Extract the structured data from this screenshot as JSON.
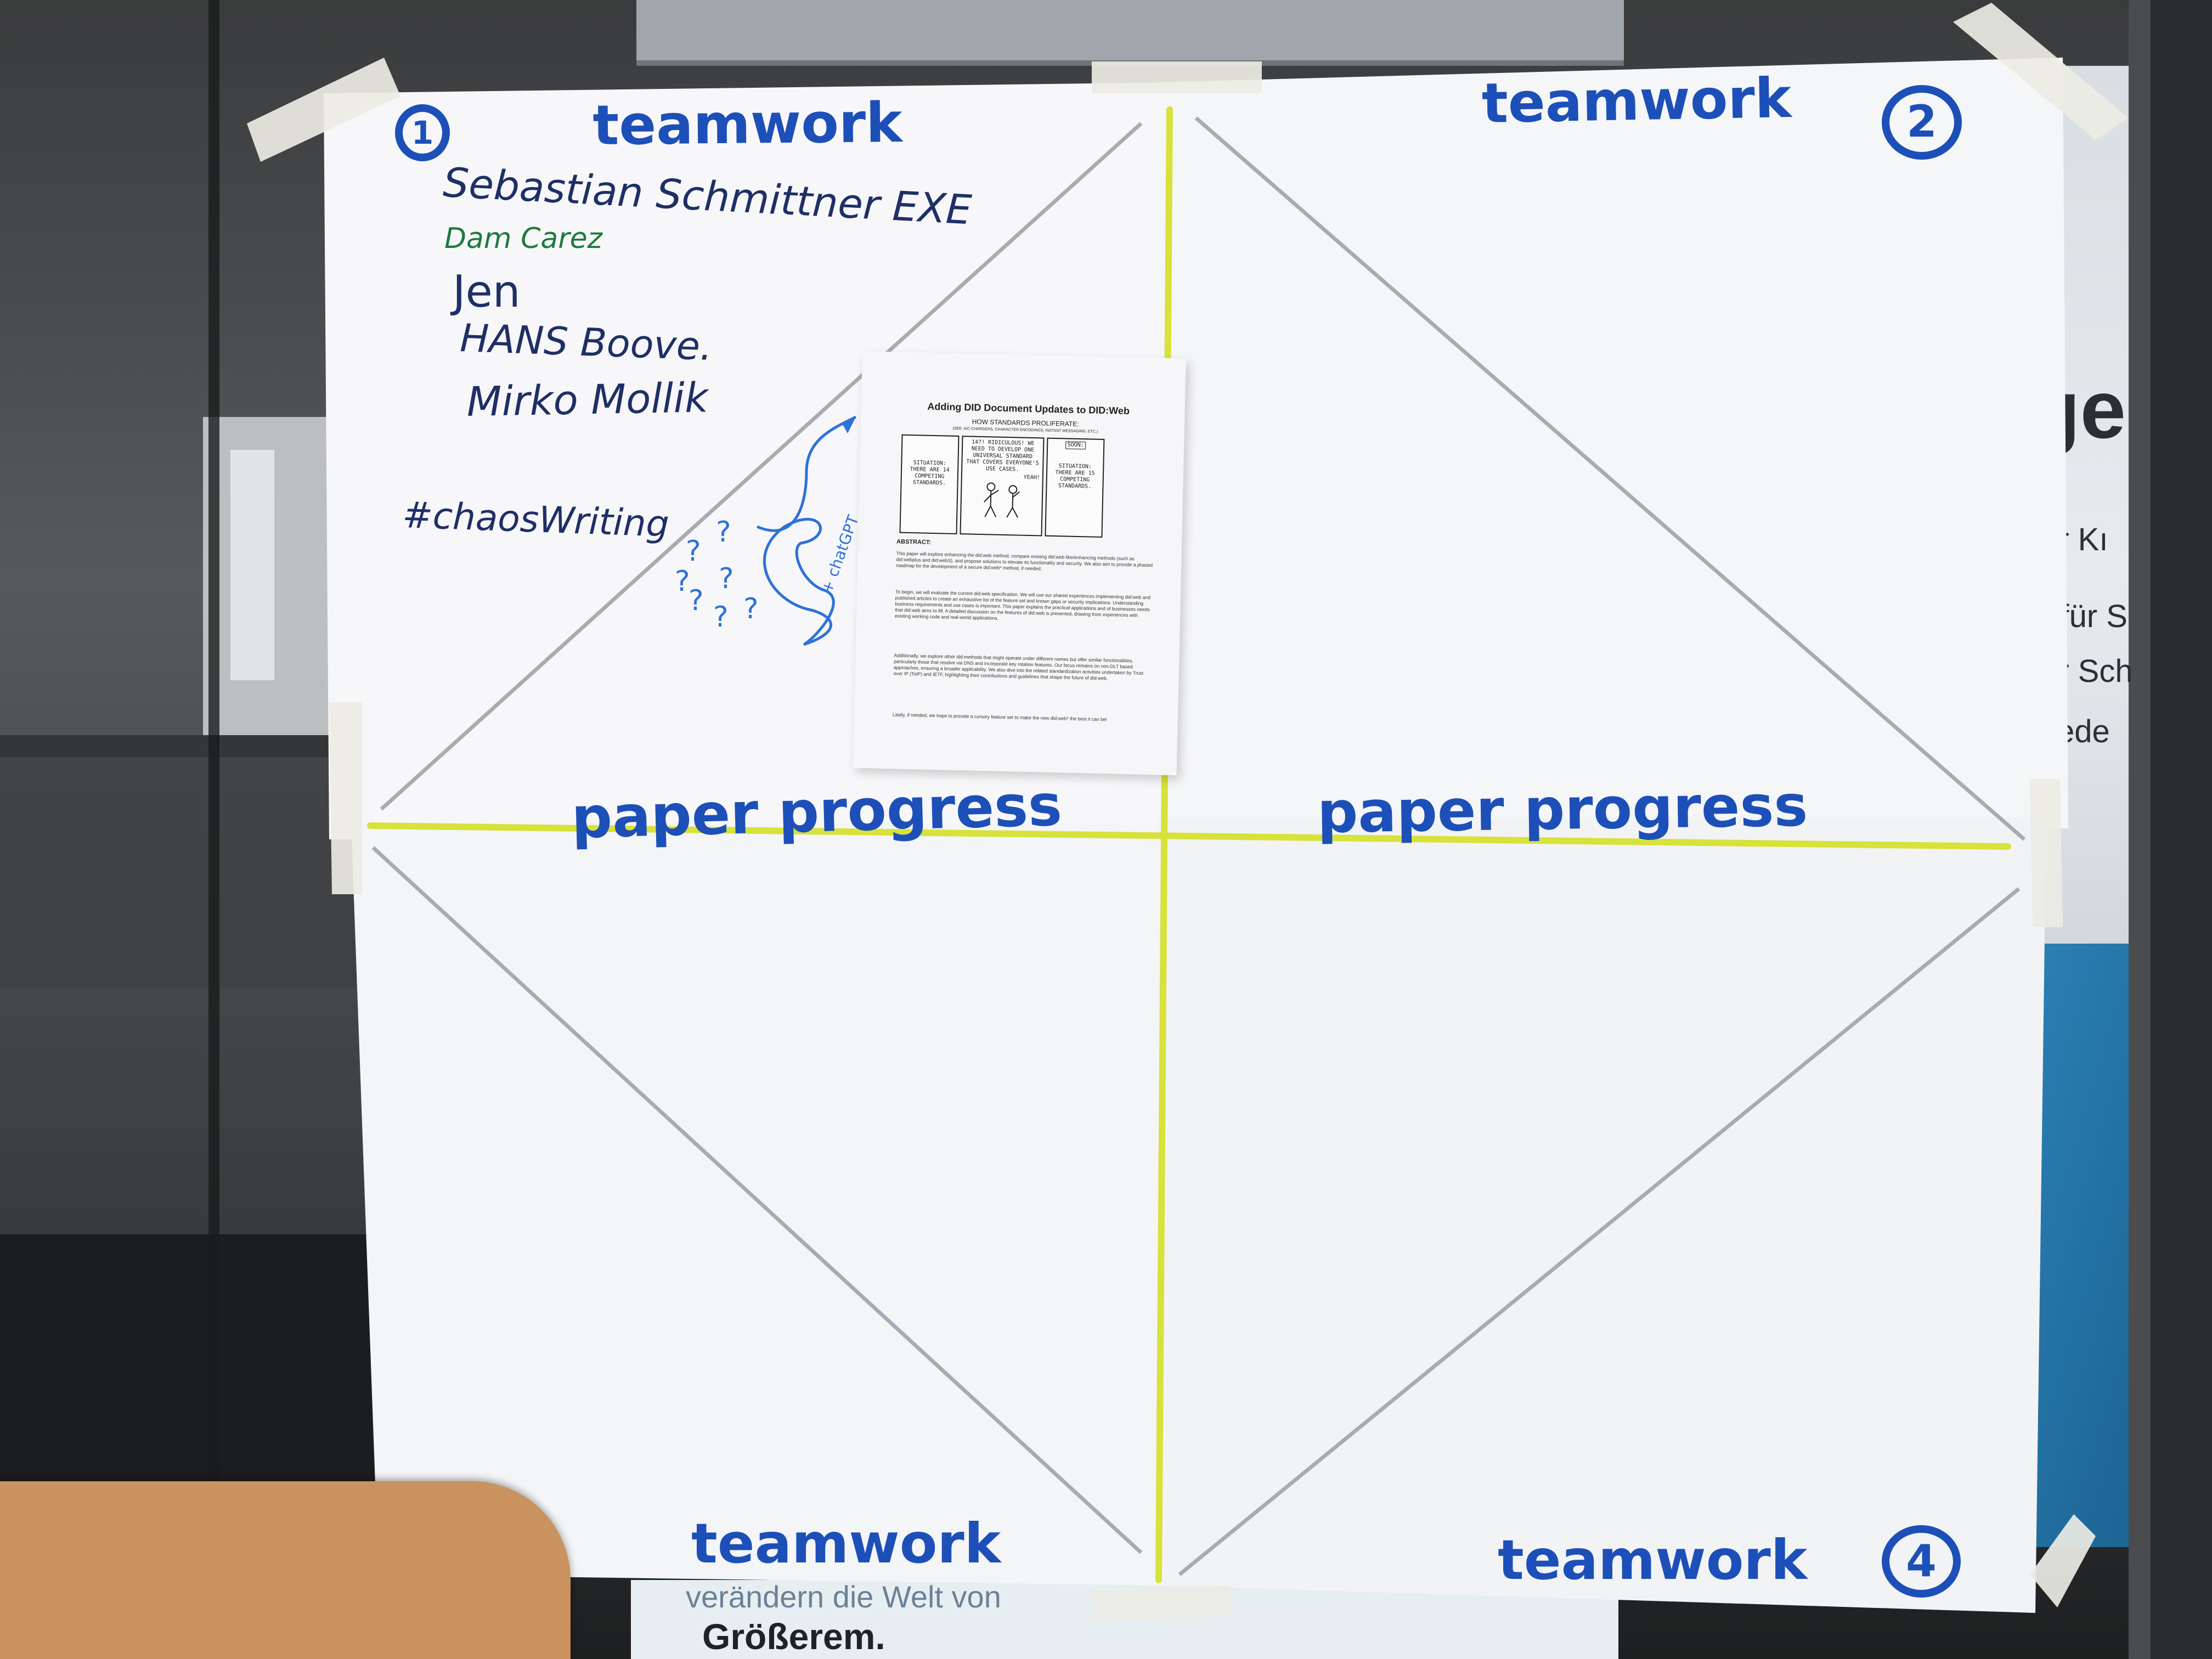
{
  "board": {
    "q1": {
      "number": "1",
      "header": "teamwork"
    },
    "q2": {
      "number": "2",
      "header": "teamwork"
    },
    "q3": {
      "header": "teamwork"
    },
    "q4": {
      "number": "4",
      "header": "teamwork"
    },
    "middle_left": "paper progress",
    "middle_right": "paper progress"
  },
  "names": [
    "Sebastian Schmittner EXE",
    "Dam Carez",
    "Jen",
    "HANS Boove.",
    "Mirko Mollik"
  ],
  "hashtag": "#chaosWriting",
  "doodle": {
    "marks": [
      "?",
      "?",
      "?",
      "?",
      "?",
      "?",
      "?"
    ],
    "arrow_note": "+ chatGPT"
  },
  "sheet": {
    "title": "Adding DID Document Updates to DID:Web",
    "comic": {
      "heading": "HOW STANDARDS PROLIFERATE:",
      "subheading": "(SEE: A/C CHARGERS, CHARACTER ENCODINGS, INSTANT MESSAGING, ETC.)",
      "panel1": "SITUATION: THERE ARE 14 COMPETING STANDARDS.",
      "panel2": "14?! RIDICULOUS! WE NEED TO DEVELOP ONE UNIVERSAL STANDARD THAT COVERS EVERYONE'S USE CASES.",
      "panel2_reply": "YEAH!",
      "panel3_tag": "SOON:",
      "panel3": "SITUATION: THERE ARE 15 COMPETING STANDARDS."
    },
    "abstract_label": "ABSTRACT:",
    "paragraphs": [
      "This paper will explore enhancing the did:web method, compare existing did:web like/enhancing methods (such as did:webplus and did:webS), and propose solutions to elevate its functionality and security. We also aim to provide a phased roadmap for the development of a secure did:web* method, if needed.",
      "To begin, we will evaluate the current did:web specification. We will use our shared experiences implementing did:web and published articles to create an exhaustive list of the feature set and known gaps or security implications. Understanding business requirements and use cases is important. This paper explains the practical applications and of businesses needs that did:web aims to fill. A detailed discussion on the features of did:web is presented, drawing from experiences with existing working code and real-world applications.",
      "Additionally, we explore other did:methods that might operate under different names but offer similar functionalities, particularly those that resolve via DNS and incorporate key rotation features. Our focus remains on non-DLT based approaches, ensuring a broader applicability. We also dive into the related standardization activities undertaken by Trust over IP (ToIP) and IETF, highlighting their contributions and guidelines that shape the future of did:web.",
      "Lastly, if needed, we hope to provide a cursory feature set to make the new did:web* the best it can be!"
    ]
  },
  "background_text": {
    "right_big": "ge",
    "right_lines": [
      "ür Kı",
      "- für S",
      "ur Sch",
      "Jede"
    ],
    "bottom": "Größerem.",
    "bottom_partial": "verändern die Welt von"
  },
  "colors": {
    "marker_blue": "#1d4fb8",
    "highlighter_yellow": "#d7e23a",
    "pencil_gray": "#a9abb4",
    "paper": "#f7f7f9",
    "table_wood": "#c9925e"
  }
}
